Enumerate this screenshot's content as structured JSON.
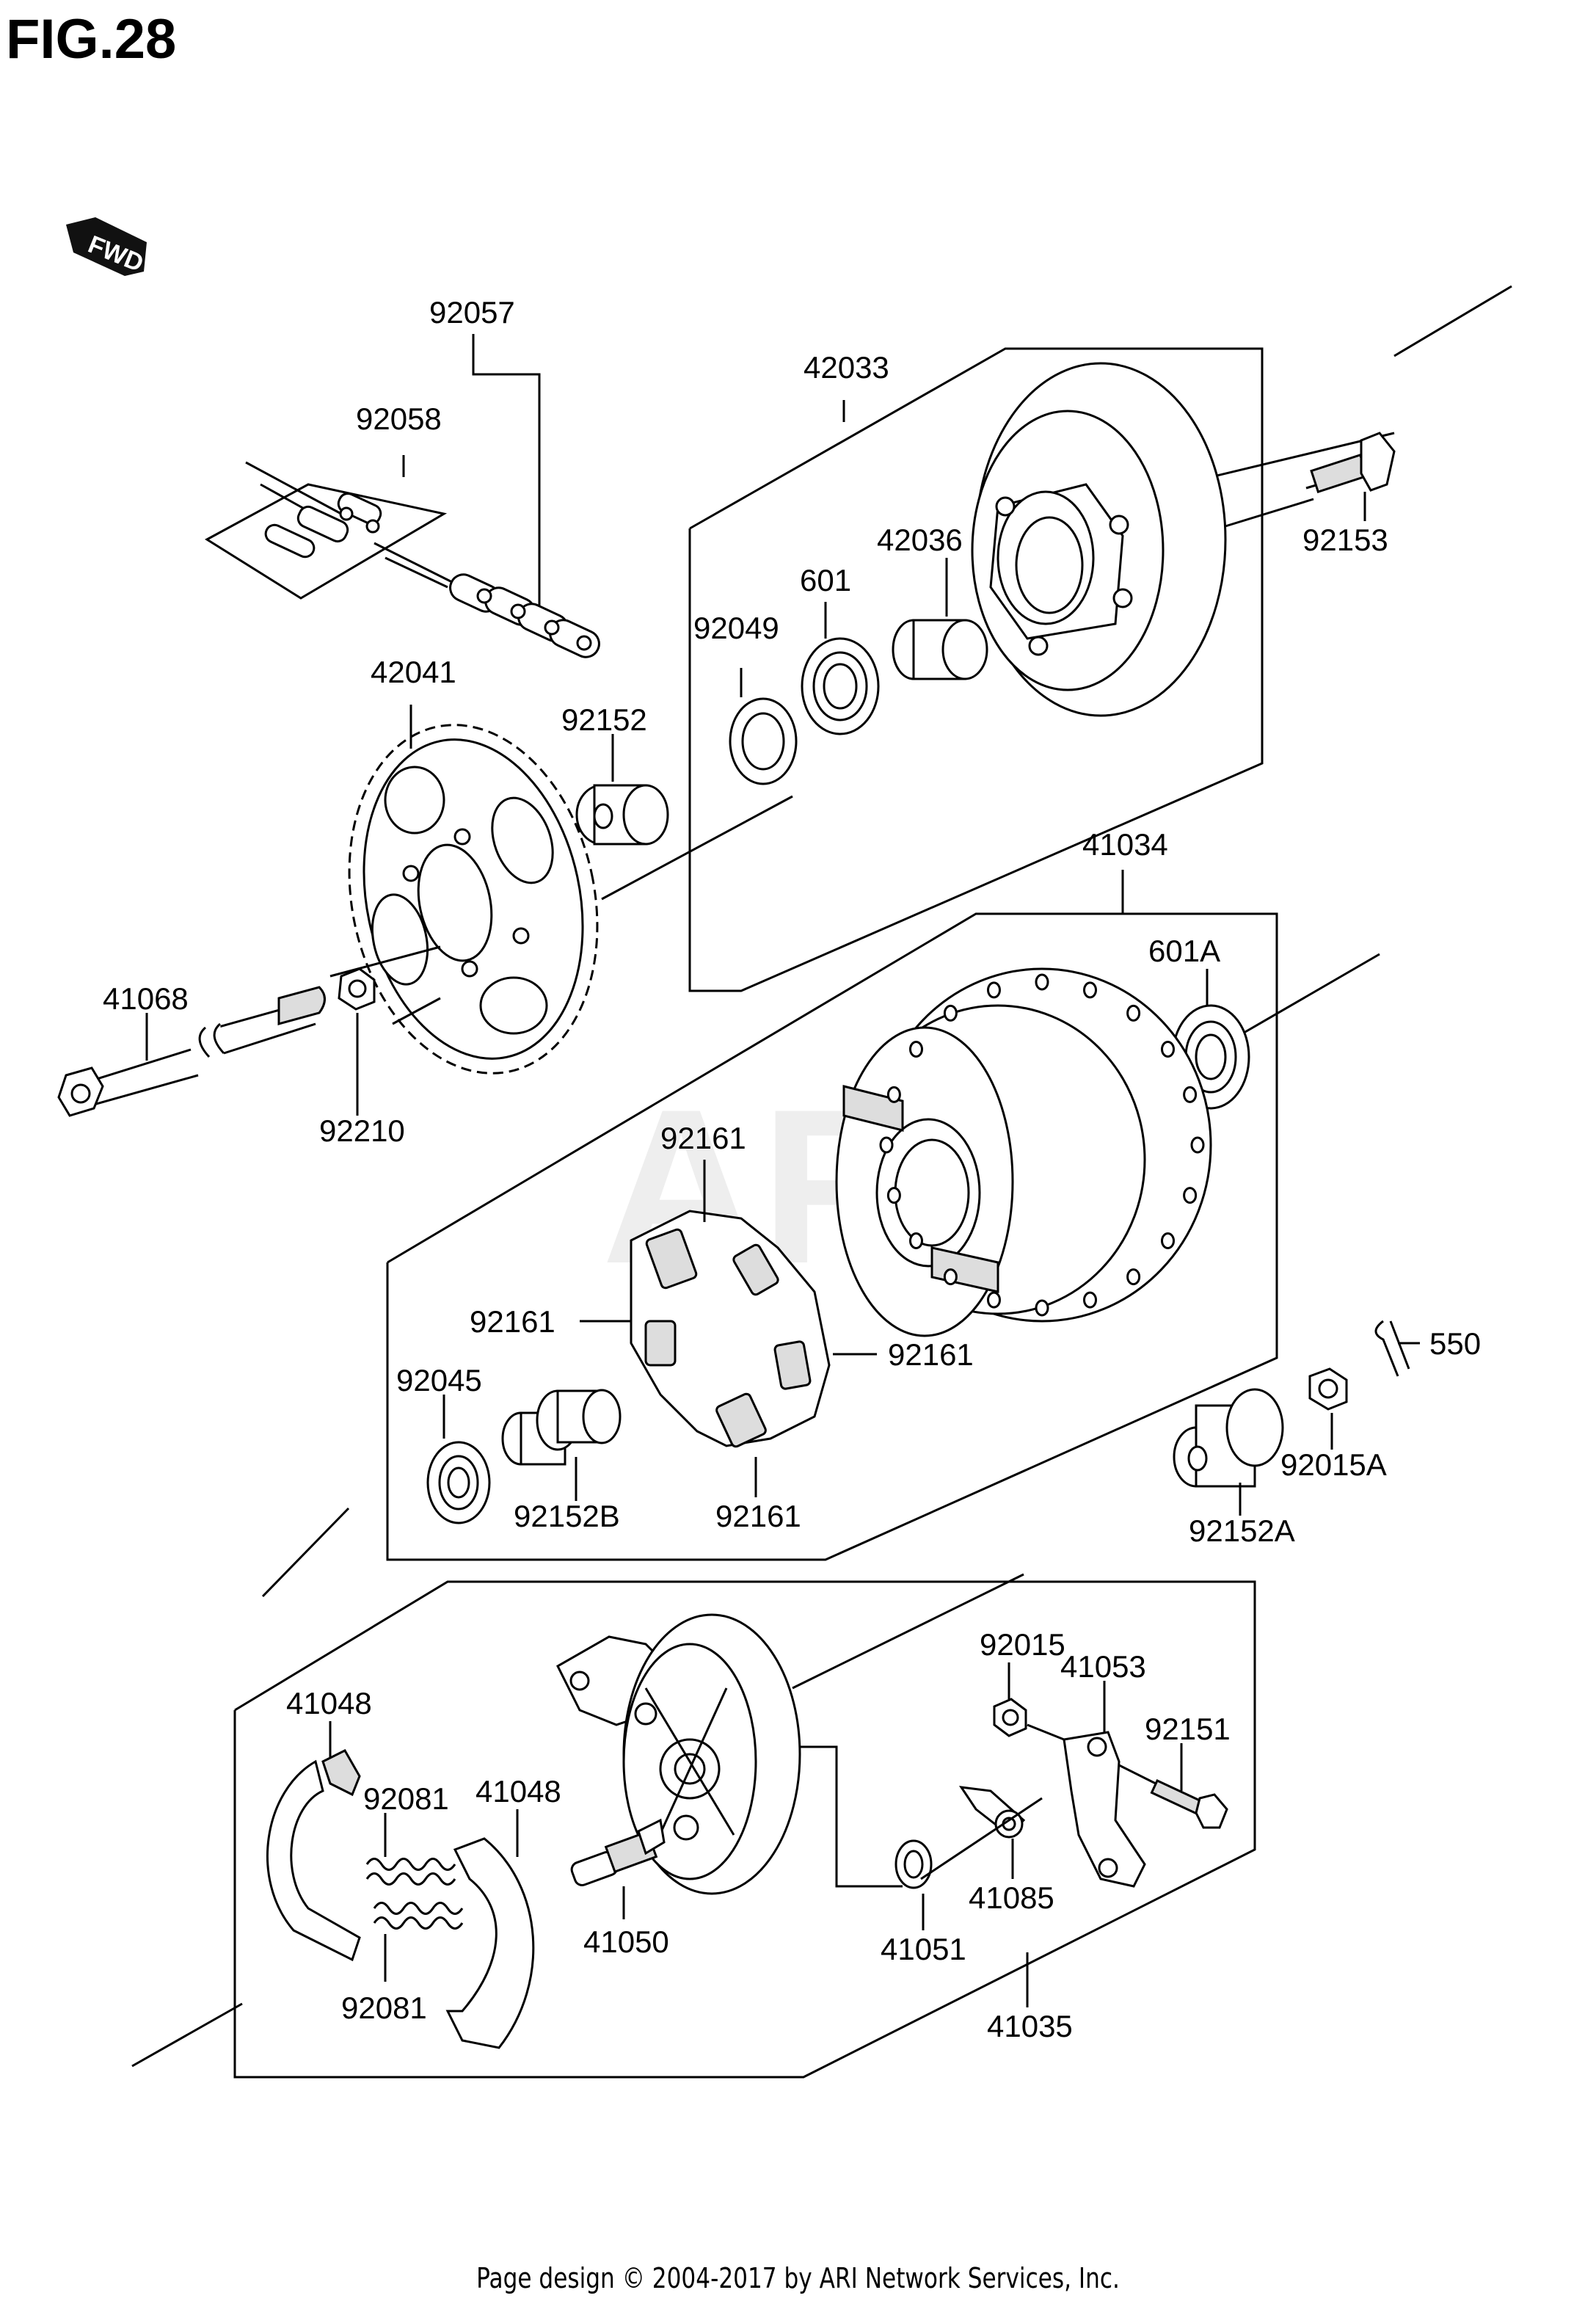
{
  "figure_title": "FIG.28",
  "direction_marker": {
    "text": "FWD",
    "icon": "fwd-arrow-icon"
  },
  "watermark": "ARI",
  "footer": "Page design © 2004-2017 by ARI Network Services, Inc.",
  "labels": {
    "p92057": "92057",
    "p92058": "92058",
    "p42033": "42033",
    "p92153": "92153",
    "p42036": "42036",
    "p601": "601",
    "p92049": "92049",
    "p92152": "92152",
    "p42041": "42041",
    "p41034": "41034",
    "p601A": "601A",
    "p41068": "41068",
    "p92210": "92210",
    "p92161a": "92161",
    "p92161b": "92161",
    "p92161c": "92161",
    "p92161d": "92161",
    "p92045": "92045",
    "p92152B": "92152B",
    "p550": "550",
    "p92015A": "92015A",
    "p92152A": "92152A",
    "p92015": "92015",
    "p41053": "41053",
    "p92151": "92151",
    "p41048a": "41048",
    "p41048b": "41048",
    "p92081a": "92081",
    "p92081b": "92081",
    "p41050": "41050",
    "p41051": "41051",
    "p41085": "41085",
    "p41035": "41035"
  }
}
